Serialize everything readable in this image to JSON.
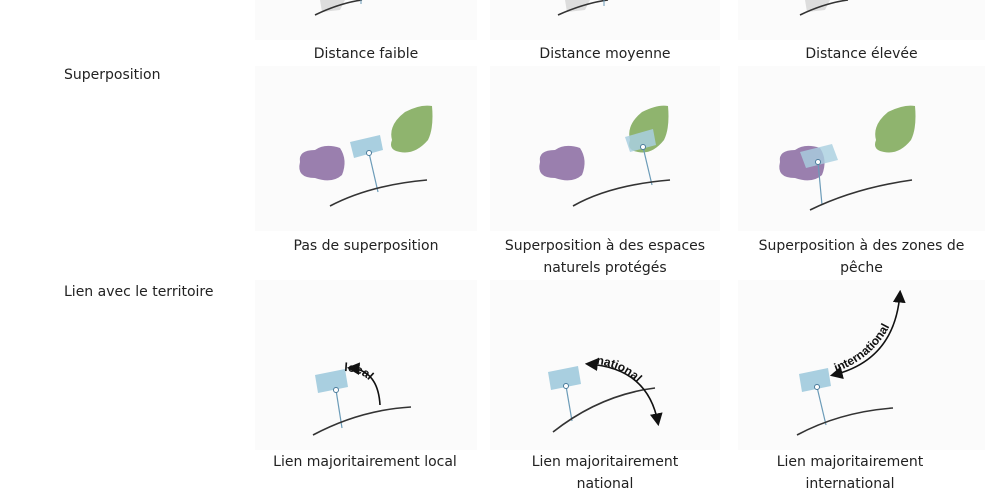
{
  "rows": [
    {
      "label": "",
      "captions": [
        "Distance faible",
        "Distance moyenne",
        "Distance élevée"
      ]
    },
    {
      "label": "Superposition",
      "captions": [
        "Pas de superposition",
        "Superposition à des espaces naturels protégés",
        "Superposition à des zones de pêche"
      ]
    },
    {
      "label": "Lien avec le territoire",
      "captions": [
        "Lien majoritairement local",
        "Lien majoritairement national",
        "Lien majoritairement international"
      ]
    }
  ],
  "arrow_labels": [
    "local",
    "national",
    "international"
  ],
  "colors": {
    "protected_area": "#9a7fae",
    "fishing_zone": "#8fb46e",
    "platform": "#a9cfe0",
    "coast": "#333333"
  }
}
